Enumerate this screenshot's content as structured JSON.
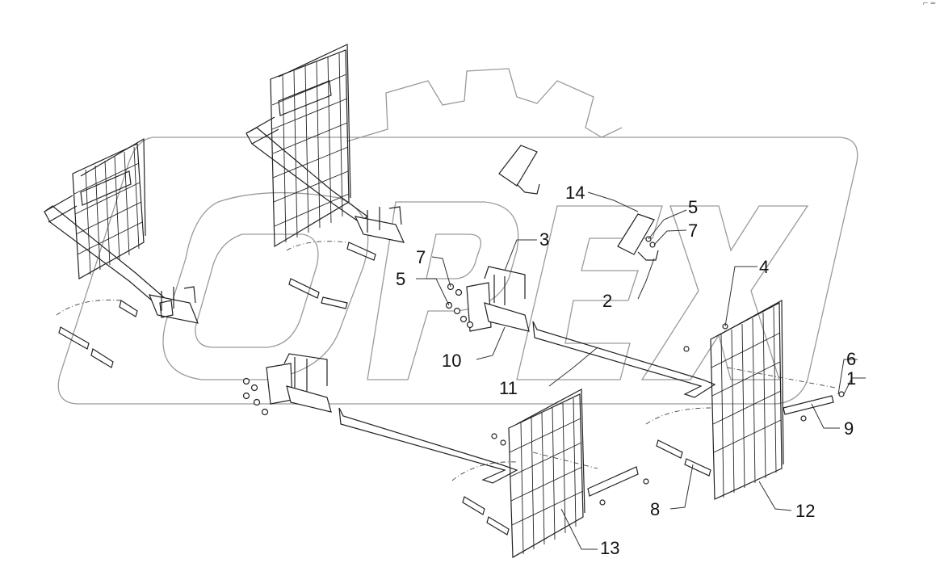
{
  "callouts": [
    {
      "id": "1",
      "text": "1"
    },
    {
      "id": "2",
      "text": "2"
    },
    {
      "id": "3",
      "text": "3"
    },
    {
      "id": "4",
      "text": "4"
    },
    {
      "id": "5a",
      "text": "5"
    },
    {
      "id": "5b",
      "text": "5"
    },
    {
      "id": "6",
      "text": "6"
    },
    {
      "id": "7a",
      "text": "7"
    },
    {
      "id": "7b",
      "text": "7"
    },
    {
      "id": "8",
      "text": "8"
    },
    {
      "id": "9",
      "text": "9"
    },
    {
      "id": "10",
      "text": "10"
    },
    {
      "id": "11",
      "text": "11"
    },
    {
      "id": "12",
      "text": "12"
    },
    {
      "id": "13",
      "text": "13"
    },
    {
      "id": "14",
      "text": "14"
    }
  ],
  "watermark": {
    "text": "OPEX"
  },
  "colors": {
    "line": "#222222",
    "watermark": "#9a9a9a",
    "background": "#ffffff"
  }
}
